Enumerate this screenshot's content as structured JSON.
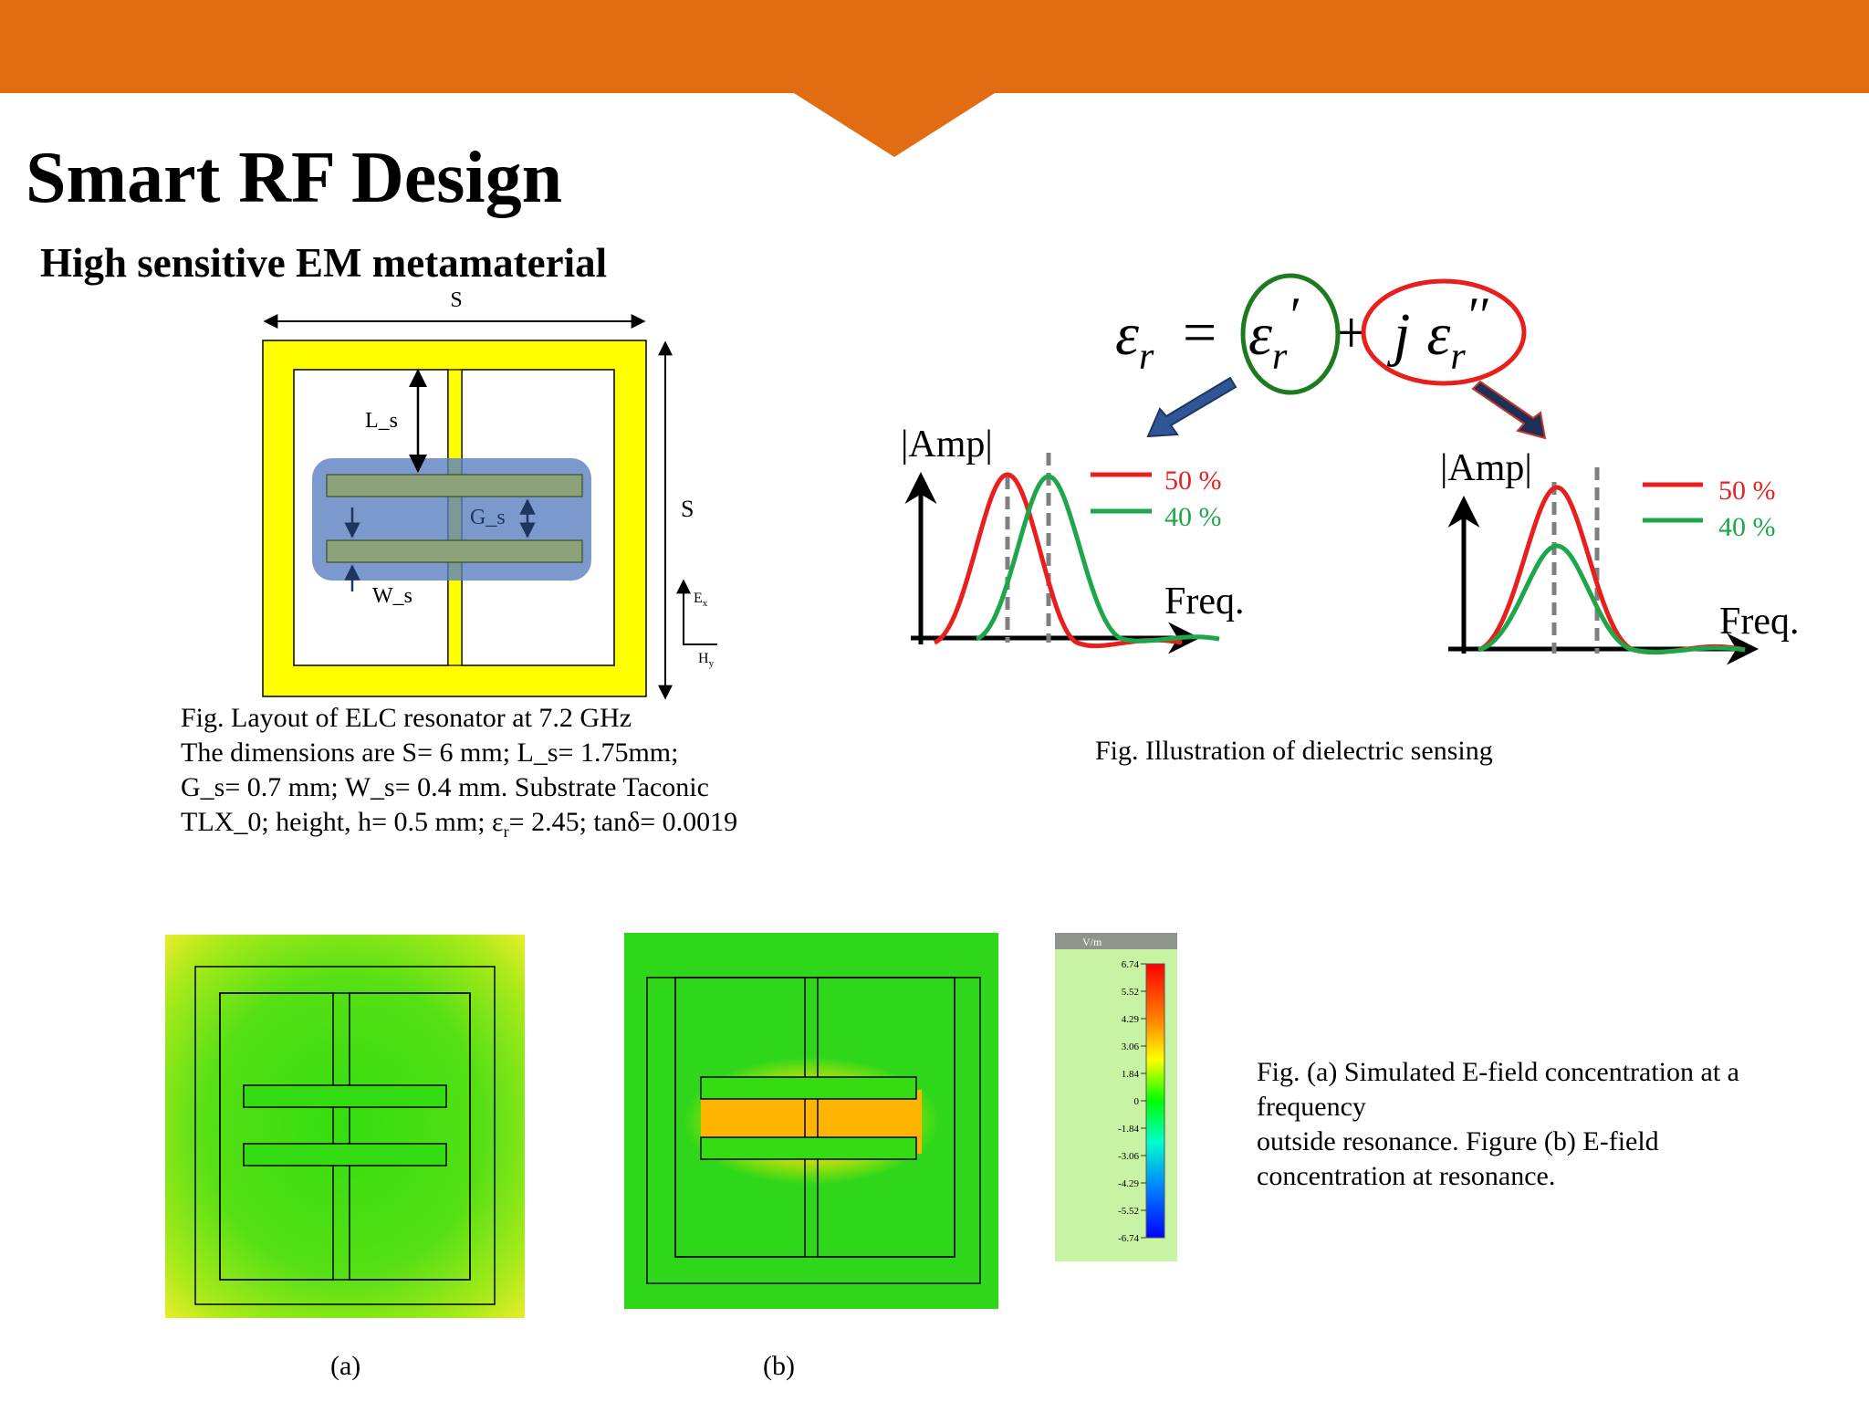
{
  "colors": {
    "accent": "#e26c12",
    "ring": "#ffff00",
    "overlay": "#5b7fc0",
    "finger": "#8ca37a",
    "red": "#e8201d",
    "green": "#1ea64b"
  },
  "slide": {
    "title": "Smart RF Design",
    "subtitle": "High sensitive EM metamaterial"
  },
  "layout_figure": {
    "dim_top": "S",
    "dim_right": "S",
    "label_ls": "L_s",
    "label_gs": "G_s",
    "label_ws": "W_s",
    "label_ex": "E",
    "label_ex_sub": "x",
    "label_hy": "H",
    "label_hy_sub": "y",
    "caption_line1": "Fig. Layout of ELC resonator at 7.2 GHz",
    "caption_line2": "The dimensions are S= 6 mm; L_s= 1.75mm;",
    "caption_line3": "G_s= 0.7 mm; W_s= 0.4 mm. Substrate Taconic",
    "caption_line4_a": "TLX_0; height, h= 0.5 mm; ε",
    "caption_line4_sub": "r",
    "caption_line4_b": "= 2.45; tanδ= 0.0019"
  },
  "sensing_figure": {
    "eq_lhs": "ε",
    "eq_lhs_sub": "r",
    "eq_equals": "=",
    "eq_real": "ε",
    "eq_real_sub": "r",
    "eq_real_prime": "′",
    "eq_plus": "+",
    "eq_j": "j",
    "eq_imag": "ε",
    "eq_imag_sub": "r",
    "eq_imag_prime": "′′",
    "left_plot": {
      "ylabel": "|Amp|",
      "xlabel": "Freq.",
      "legend_red": "50 %",
      "legend_green": "40 %"
    },
    "right_plot": {
      "ylabel": "|Amp|",
      "xlabel": "Freq.",
      "legend_red": "50 %",
      "legend_green": "40 %"
    },
    "caption": "Fig. Illustration of dielectric sensing"
  },
  "efield": {
    "colorbar_unit": "V/m",
    "colorbar_ticks": [
      "6.74",
      "5.52",
      "4.29",
      "3.06",
      "1.84",
      "0",
      "-1.84",
      "-3.06",
      "-4.29",
      "-5.52",
      "-6.74"
    ],
    "label_a": "(a)",
    "label_b": "(b)",
    "caption_line1": "Fig. (a) Simulated E-field concentration at a",
    "caption_line2": "frequency",
    "caption_line3": "outside resonance. Figure (b) E-field",
    "caption_line4": "concentration at resonance."
  }
}
